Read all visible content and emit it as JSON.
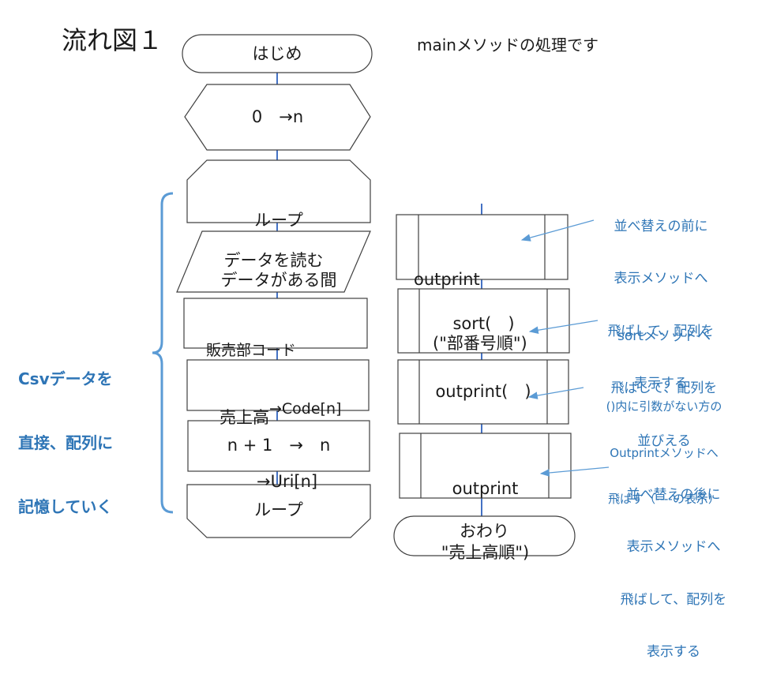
{
  "title": "流れ図１",
  "subtitle": "mainメソッドの処理です",
  "side_label": [
    "Csvデータを",
    "直接、配列に",
    "記憶していく"
  ],
  "left_flow": {
    "start": "はじめ",
    "init": "0　→n",
    "loop_start": [
      "ループ",
      "データがある間"
    ],
    "read": "データを読む",
    "assign_code": [
      "販売部コード",
      "→Code[n]"
    ],
    "assign_uri": [
      "売上高",
      "→Uri[n]"
    ],
    "increment": "n + 1　→　n",
    "loop_end": "ループ"
  },
  "right_flow": {
    "call1": [
      "outprint",
      "(\"部番号順\")"
    ],
    "call2": "sort(　)",
    "call3": "outprint(　)",
    "call4": [
      "outprint",
      "\"売上高順\")"
    ],
    "end": "おわり"
  },
  "notes": {
    "note1": [
      "並べ替えの前に",
      "表示メソッドへ",
      "飛ばして、配列を",
      "表示する"
    ],
    "note2": [
      "sortメソッドへ",
      "飛ばして、配列を",
      "並びえる"
    ],
    "note3": [
      "()内に引数がない方の",
      "Outprintメソッドへ",
      "飛ばす（----の表示）"
    ],
    "note4": [
      "並べ替えの後に",
      "表示メソッドへ",
      "飛ばして、配列を",
      "表示する"
    ]
  },
  "colors": {
    "connector": "#4472c4",
    "annotation": "#2e75b6",
    "stroke": "#404040"
  }
}
